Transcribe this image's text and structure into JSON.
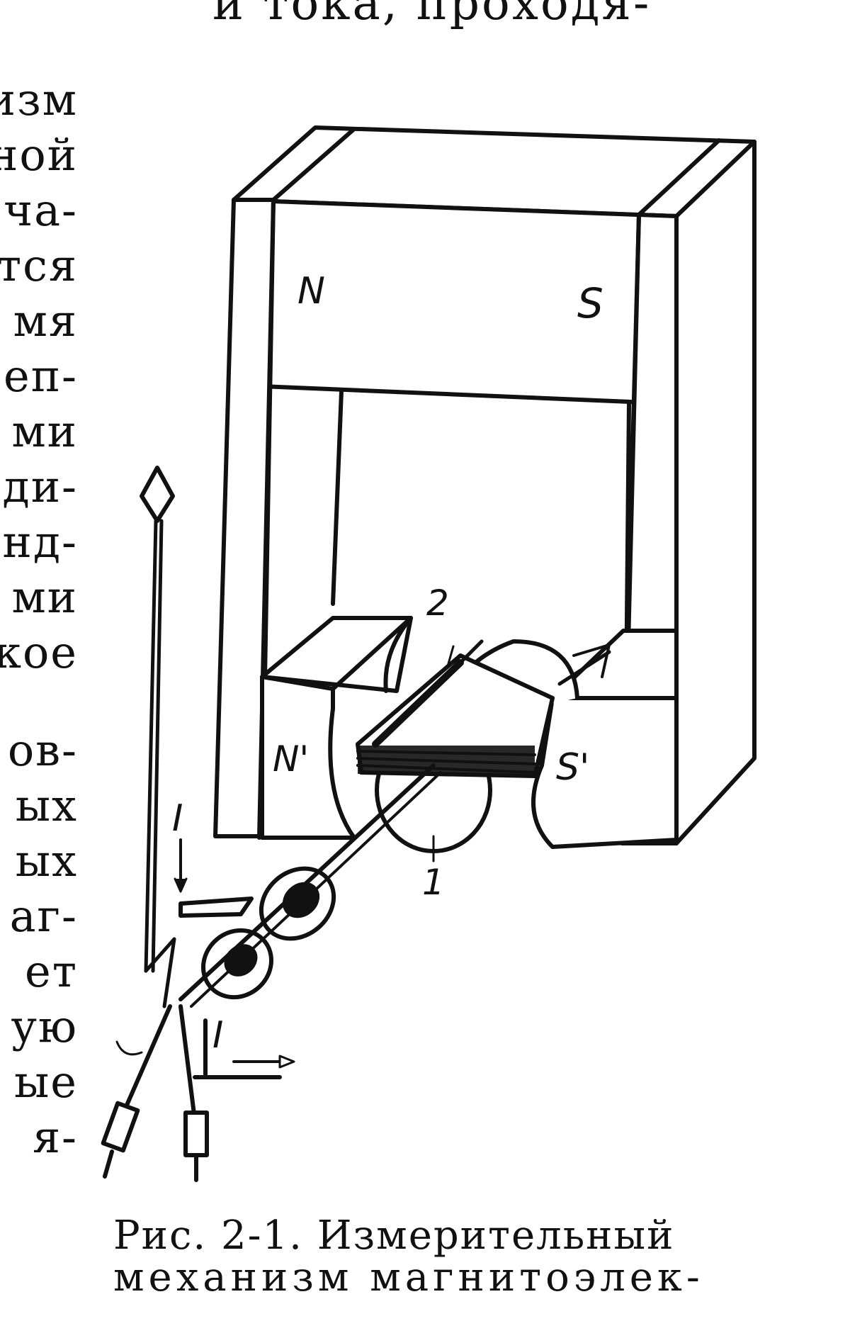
{
  "top_fragment": "и тока, проходя-",
  "left_column_fragments": [
    "изм",
    "ной",
    "ча-",
    "тся",
    "мя",
    "еп-",
    "ми",
    "ди-",
    "нд-",
    "ми",
    "кое",
    "ов-",
    "ых",
    "ых",
    "аг-",
    "ет",
    "ую",
    "ые",
    "я-"
  ],
  "figure": {
    "pole_labels": {
      "north": "N",
      "south": "S",
      "north_shoe": "N'",
      "south_shoe": "S'"
    },
    "part_numbers": {
      "core": "1",
      "frame": "2"
    },
    "current_label_top": "I",
    "current_label_bottom": "I"
  },
  "caption": {
    "line1": "Рис. 2-1. Измерительный",
    "line2": "механизм магнитоэлек-"
  }
}
